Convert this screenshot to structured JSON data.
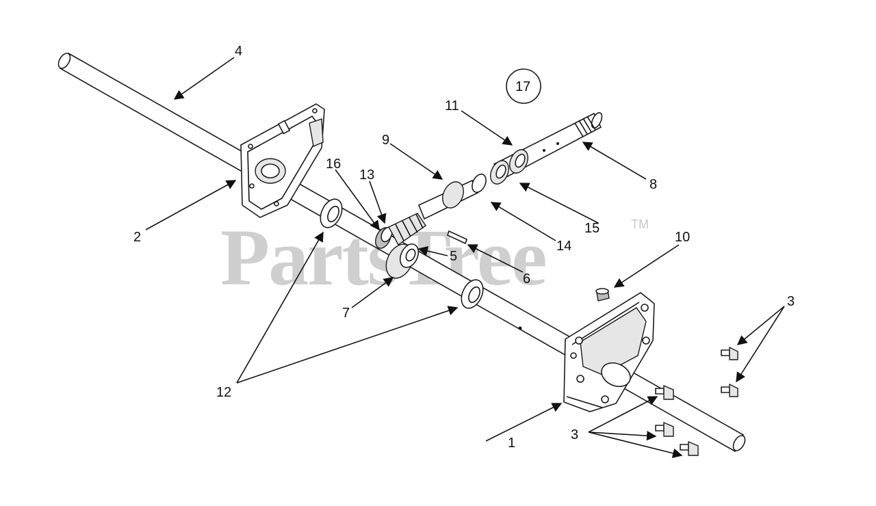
{
  "watermark": {
    "brand": "PartsTree",
    "trademark": "TM"
  },
  "callouts": [
    {
      "id": "c1",
      "label": "1"
    },
    {
      "id": "c2",
      "label": "2"
    },
    {
      "id": "c3a",
      "label": "3"
    },
    {
      "id": "c3b",
      "label": "3"
    },
    {
      "id": "c4",
      "label": "4"
    },
    {
      "id": "c5",
      "label": "5"
    },
    {
      "id": "c6",
      "label": "6"
    },
    {
      "id": "c7",
      "label": "7"
    },
    {
      "id": "c8",
      "label": "8"
    },
    {
      "id": "c9",
      "label": "9"
    },
    {
      "id": "c10",
      "label": "10"
    },
    {
      "id": "c11",
      "label": "11"
    },
    {
      "id": "c12",
      "label": "12"
    },
    {
      "id": "c13",
      "label": "13"
    },
    {
      "id": "c14",
      "label": "14"
    },
    {
      "id": "c15",
      "label": "15"
    },
    {
      "id": "c16",
      "label": "16"
    },
    {
      "id": "c17",
      "label": "17"
    }
  ]
}
